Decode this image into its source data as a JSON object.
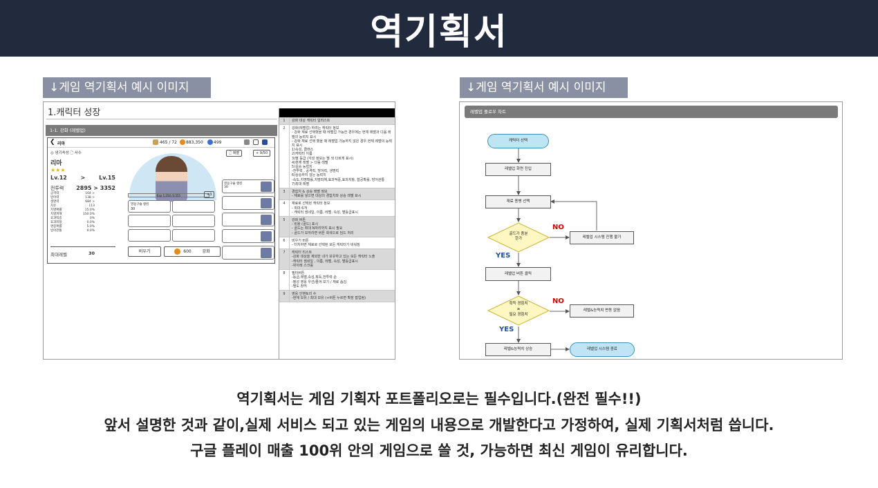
{
  "header": {
    "title": "역기획서",
    "bg_color": "#222a3e"
  },
  "captions": {
    "left": "↓게임 역기획서 예시 이미지",
    "right": "↓게임 역기획서 예시 이미지"
  },
  "left_doc": {
    "title": "1.캐릭터 성장",
    "subtitle": "1-1. 강화 (레벨업)",
    "game_ui": {
      "character_name": "리마",
      "top_name": "리마",
      "stamina": "465 / 72",
      "gold": "883,350",
      "gems": "499",
      "tags": "◎ 냉기속성  🗋 사수",
      "level_from": "Lv.12",
      "level_to": "Lv.15",
      "power_label": "전투력",
      "power_value": "2895 > 3352",
      "stats": [
        {
          "k": "공격력",
          "v": "164 >"
        },
        {
          "k": "방어력",
          "v": "138 >"
        },
        {
          "k": "생명력",
          "v": "684 >"
        },
        {
          "k": "치유",
          "v": "113"
        },
        {
          "k": "치명확률",
          "v": "15.0%"
        },
        {
          "k": "치명피해",
          "v": "150.0%"
        },
        {
          "k": "효과적중",
          "v": "0%"
        },
        {
          "k": "효과저항",
          "v": "0.0%"
        },
        {
          "k": "명중확률",
          "v": "5.0%"
        },
        {
          "k": "방어관통",
          "v": "0.0%"
        }
      ],
      "max_level_label": "최대레벨",
      "max_level_value": "30",
      "btn_level": "🗋 레벨",
      "btn_plus": "+ 9/50",
      "exp_text": "Exp 1,250 /3,555",
      "exp_plus": "+3",
      "material_label": "영웅구슬 랭킹",
      "material_count": "30",
      "btn_reset": "비우기",
      "cost": "600",
      "btn_upgrade": "강화"
    },
    "spec_rows": [
      {
        "n": "1",
        "shade": true,
        "t": "강화 대상 캐릭터 일러스트"
      },
      {
        "n": "2",
        "shade": false,
        "t": "강화(레벨업) 하려는 캐릭터 정보\n-  강화 재료 선택했을 때 레벨업 가능한 경우에는 현재 레벨과 다음 레벨의 능력치 표시\n-  강화 재료 선택 했을 때 레벨업 가능하지 않은 경우 현재 레벨의 능력치 표시\n1)속성, 클래스\n2)캐릭터 이름\n3)별 등급 (각성 정보는 별 색 다르게 표시)\n4)현재 레벨 > 다음 레벨\n5)상승 능력치\n-전투력 , 공격력, 방어력, 생명력\n6)상승하지 않는 능력치\n-속도,치명확률,치명피해,효과적중,효과저항, 협공확률, 방어관통\n7)최대 레벨"
      },
      {
        "n": "3",
        "shade": true,
        "t": "경험치 & 상승 레벨 정보\n-  재료를 넣으면 대상의 경험치와 상승 레벨 표시"
      },
      {
        "n": "4",
        "shade": false,
        "t": "재료로 선택된 캐릭터 정보\n-  최대 6개\n-  캐릭터 썸네일, 이름, 레벨, 속성, 별등급표시"
      },
      {
        "n": "5",
        "shade": true,
        "t": "강화 버튼\n-  비용 (골드) 표시\n-  골드는 최대 N자리까지 표시 필요\n-  골드가 모자라면 버튼 회색으로 딤드 처리"
      },
      {
        "n": "6",
        "shade": false,
        "t": "비우기 버튼\n-  터치하면 재료로 선택된 모든 캐릭터가 비워짐"
      },
      {
        "n": "7",
        "shade": true,
        "t": "캐릭터 리스트\n-강화 대상을 제외한 내가 보유하고 있는 모든 캐릭터 노출\n-캐릭터 썸네일 , 이름, 레벨, 속성, 별등급표시\n-위아래 스크롤"
      },
      {
        "n": "8",
        "shade": false,
        "t": "필터버튼\n-등급,레벨,속성,획득,전투력 순\n-평성 영웅 우선/즐겨 보기 / 재료 숨김\n-별도 창띄"
      },
      {
        "n": "9",
        "shade": true,
        "t": "영웅 인벤토리 수\n-현재 보유 / 최대 보유 (+버튼 누르면 확장 팝업됨)"
      }
    ]
  },
  "right_doc": {
    "header": "레벨업 플로우 차트",
    "nodes": {
      "start": "캐릭터 선택",
      "enter": "레벨업 화면 진입",
      "select_mat": "재료 용병 선택",
      "gold_check_1": "골드가 충분",
      "gold_check_2": "한가",
      "fail": "레벨업 시스템 진행 불가",
      "click": "레벨업 버튼 클릭",
      "exp_check_1": "획득 경험치",
      "exp_check_2": "≥",
      "exp_check_3": "필요 경험치",
      "no_change": "레벨&능력치 변동 없음",
      "level_up": "레벨&능력치 상승",
      "end": "레벨업 시스템 종료"
    },
    "labels": {
      "no1": "NO",
      "yes1": "YES",
      "no2": "NO",
      "yes2": "YES"
    },
    "colors": {
      "terminal_fill": "#bfe4f3",
      "decision_fill": "#fff7c2",
      "no": "#d40000",
      "yes": "#1f4e9c"
    }
  },
  "description": {
    "line1": "역기획서는 게임 기획자 포트폴리오로는 필수입니다.(완전 필수!!)",
    "line2": "앞서 설명한 것과 같이,실제 서비스 되고 있는 게임의 내용으로 개발한다고 가정하여, 실제 기획서처럼 씁니다.",
    "line3": "구글 플레이 매출 100위 안의 게임으로 쓸 것, 가능하면 최신 게임이 유리합니다."
  }
}
